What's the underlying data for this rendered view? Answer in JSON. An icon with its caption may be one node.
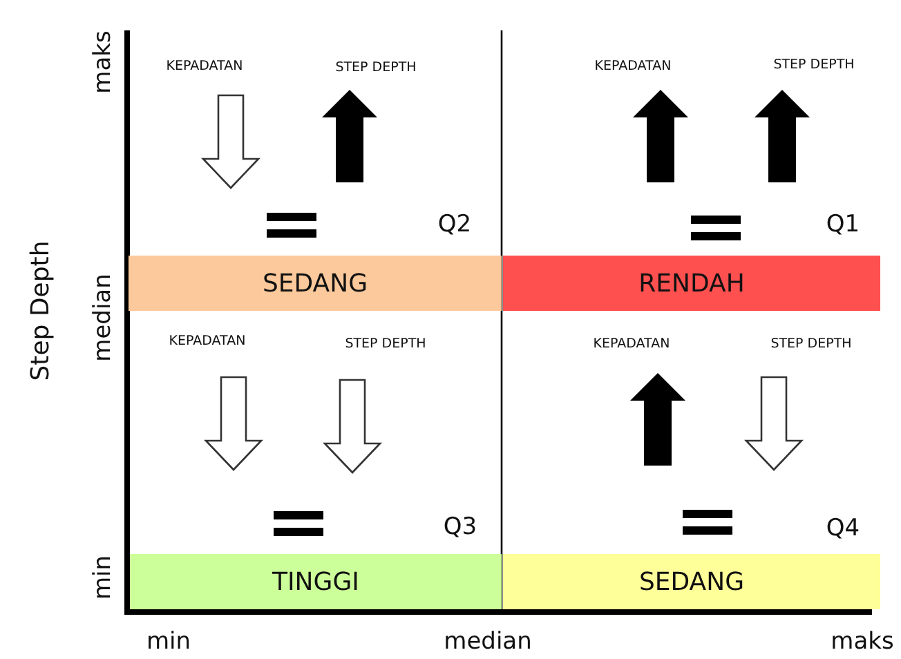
{
  "diagram": {
    "nodes": [
      {
        "text": [
          "SEDANG"
        ]
      },
      {
        "text": [
          "RENDAH"
        ]
      },
      {
        "text": [
          "TINGGI"
        ]
      },
      {
        "text": [
          "SEDANG"
        ]
      }
    ],
    "labels": [
      "maks",
      "KEPADATAN",
      "STEP DEPTH",
      "KEPADATAN",
      "STEP DEPTH",
      "Q2",
      "Q1",
      "Step Depth",
      "median",
      "KEPADATAN",
      "STEP DEPTH",
      "KEPADATAN",
      "STEP DEPTH",
      "Q3",
      "Q4",
      "min",
      "min",
      "median",
      "maks"
    ]
  }
}
